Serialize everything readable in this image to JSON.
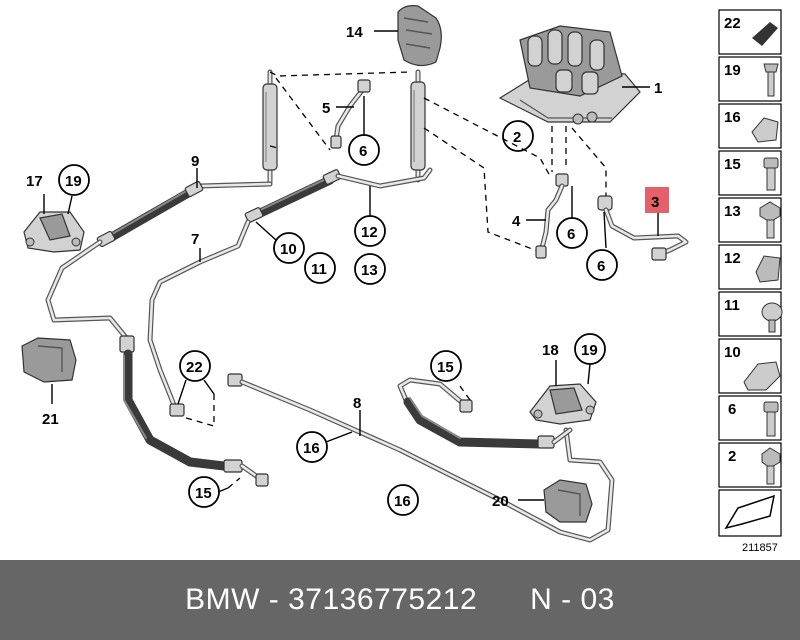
{
  "diagram": {
    "callouts": {
      "c14": "14",
      "c1": "1",
      "c2": "2",
      "c5": "5",
      "c6a": "6",
      "c9": "9",
      "c17": "17",
      "c19a": "19",
      "c7": "7",
      "c10": "10",
      "c11": "11",
      "c12": "12",
      "c13": "13",
      "c4": "4",
      "c6b": "6",
      "c6c": "6",
      "c3": "3",
      "c22": "22",
      "c15a": "15",
      "c8": "8",
      "c16a": "16",
      "c15b": "15",
      "c18": "18",
      "c19b": "19",
      "c16b": "16",
      "c20": "20",
      "c21": "21"
    },
    "legend": [
      "22",
      "19",
      "16",
      "15",
      "13",
      "12",
      "11",
      "10",
      "6",
      "2"
    ],
    "ref_number": "211857"
  },
  "footer": {
    "text": "BMW - 37136775212      N - 03"
  },
  "colors": {
    "highlight": "#e4606a",
    "footer_bg": "#666666"
  }
}
